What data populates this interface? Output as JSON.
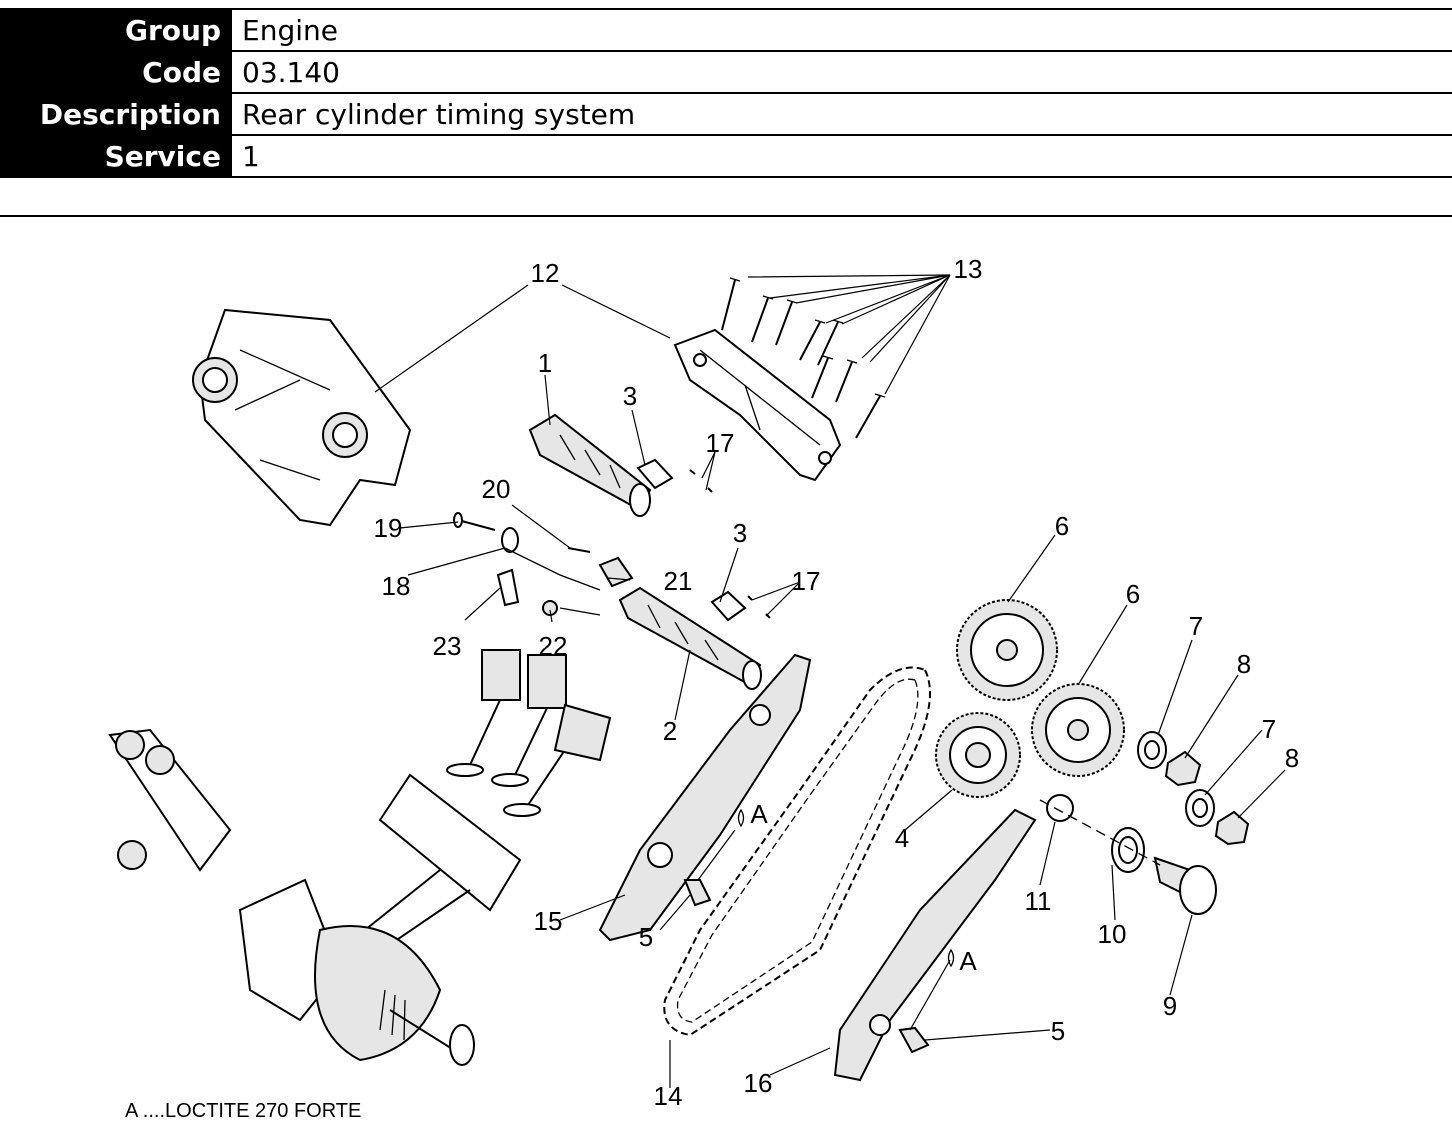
{
  "info": {
    "rows": [
      {
        "key": "Group",
        "value": "Engine"
      },
      {
        "key": "Code",
        "value": "03.140"
      },
      {
        "key": "Description",
        "value": "Rear cylinder timing system"
      },
      {
        "key": "Service",
        "value": "1"
      }
    ]
  },
  "diagram": {
    "callouts": {
      "c1": "1",
      "c2": "2",
      "c3a": "3",
      "c3b": "3",
      "c4": "4",
      "c5a": "5",
      "c5b": "5",
      "c6a": "6",
      "c6b": "6",
      "c7a": "7",
      "c7b": "7",
      "c8a": "8",
      "c8b": "8",
      "c9": "9",
      "c10": "10",
      "c11": "11",
      "c12": "12",
      "c13": "13",
      "c14": "14",
      "c15": "15",
      "c16": "16",
      "c17a": "17",
      "c17b": "17",
      "c18": "18",
      "c19": "19",
      "c20": "20",
      "c21": "21",
      "c22": "22",
      "c23": "23"
    },
    "adhesive_marks": {
      "a1": "A",
      "a2": "A"
    },
    "legend": "A ....LOCTITE 270 FORTE"
  }
}
